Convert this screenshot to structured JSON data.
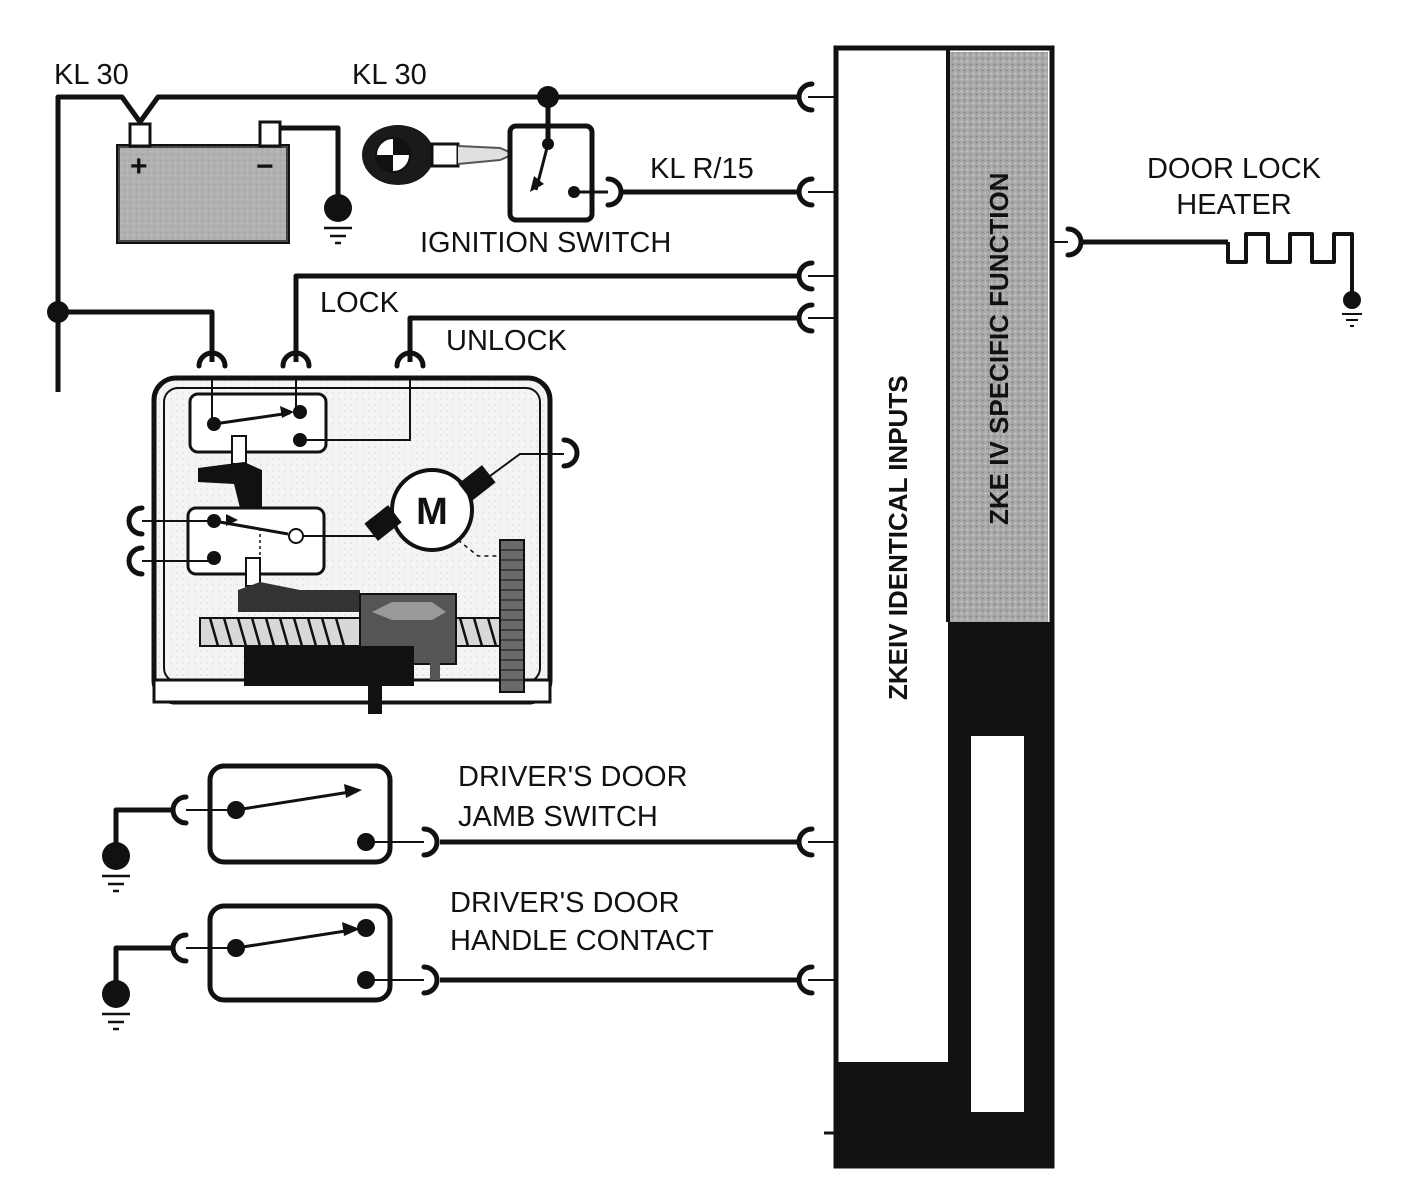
{
  "labels": {
    "kl30_left": "KL 30",
    "kl30_top": "KL 30",
    "kl_r15": "KL R/15",
    "ignition_switch": "IGNITION SWITCH",
    "lock": "LOCK",
    "unlock": "UNLOCK",
    "door_lock_heater_line1": "DOOR LOCK",
    "door_lock_heater_line2": "HEATER",
    "jamb_switch_line1": "DRIVER'S DOOR",
    "jamb_switch_line2": "JAMB SWITCH",
    "handle_contact_line1": "DRIVER'S DOOR",
    "handle_contact_line2": "HANDLE CONTACT",
    "module_identical_inputs": "ZKEIV IDENTICAL INPUTS",
    "module_specific_function": "ZKE IV SPECIFIC FUNCTION",
    "motor": "M",
    "battery_plus": "+",
    "battery_minus": "−"
  },
  "colors": {
    "line": "#111111",
    "battery_fill": "#b5b5b5",
    "specific_fill": "#a9a9a9",
    "actuator_fill": "#f2f2f2",
    "gear_fill": "#6a6a6a"
  },
  "icons": {
    "battery": "battery-icon",
    "ground": "ground-icon",
    "key": "ignition-key-icon",
    "motor": "motor-icon",
    "heater": "heater-element-icon",
    "connector": "connector-icon"
  }
}
